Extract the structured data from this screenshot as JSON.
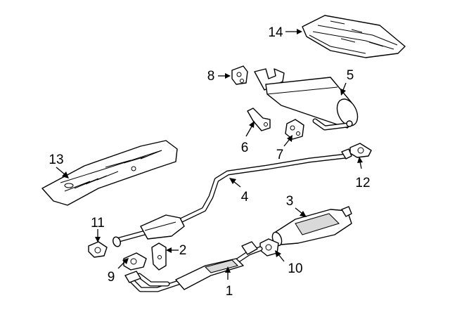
{
  "callouts": [
    {
      "id": "c1",
      "label": "1"
    },
    {
      "id": "c2",
      "label": "2"
    },
    {
      "id": "c3",
      "label": "3"
    },
    {
      "id": "c4",
      "label": "4"
    },
    {
      "id": "c5",
      "label": "5"
    },
    {
      "id": "c6",
      "label": "6"
    },
    {
      "id": "c7",
      "label": "7"
    },
    {
      "id": "c8",
      "label": "8"
    },
    {
      "id": "c9",
      "label": "9"
    },
    {
      "id": "c10",
      "label": "10"
    },
    {
      "id": "c11",
      "label": "11"
    },
    {
      "id": "c12",
      "label": "12"
    },
    {
      "id": "c13",
      "label": "13"
    },
    {
      "id": "c14",
      "label": "14"
    }
  ],
  "colors": {
    "line": "#000000",
    "background": "#ffffff",
    "shading": "#d9d9d9"
  }
}
